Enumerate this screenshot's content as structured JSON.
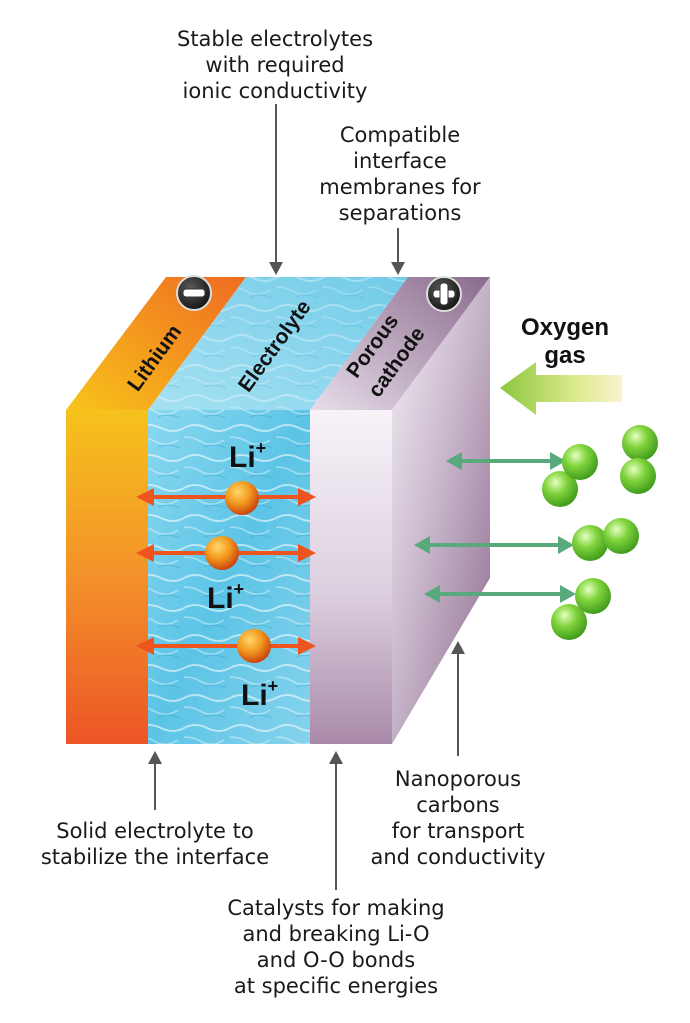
{
  "callouts": {
    "stable_electrolytes": [
      "Stable electrolytes",
      "with required",
      "ionic conductivity"
    ],
    "compatible_membranes": [
      "Compatible",
      "interface",
      "membranes for",
      "separations"
    ],
    "solid_electrolyte": [
      "Solid electrolyte to",
      "stabilize the interface"
    ],
    "catalysts": [
      "Catalysts for making",
      "and breaking Li-O",
      "and O-O bonds",
      "at specific energies"
    ],
    "nanoporous_carbons": [
      "Nanoporous",
      "carbons",
      "for transport",
      "and conductivity"
    ]
  },
  "layers": {
    "lithium": "Lithium",
    "electrolyte": "Electrolyte",
    "porous_cathode": [
      "Porous",
      "cathode"
    ]
  },
  "terminals": {
    "negative": "−",
    "positive": "+"
  },
  "ions": {
    "label": "Li",
    "charge": "+"
  },
  "oxygen": [
    "Oxygen",
    "gas"
  ],
  "colors": {
    "lithium_top": "#f7b21a",
    "lithium_bottom": "#ee5a25",
    "electrolyte": "#7fd0ea",
    "cathode_front": "#eee7ef",
    "cathode_side": "#9b7a9b",
    "ion_arrow": "#f0541e",
    "oxygen_arrow": "#58a97c",
    "oxygen_sphere": "#7ccd3a"
  }
}
